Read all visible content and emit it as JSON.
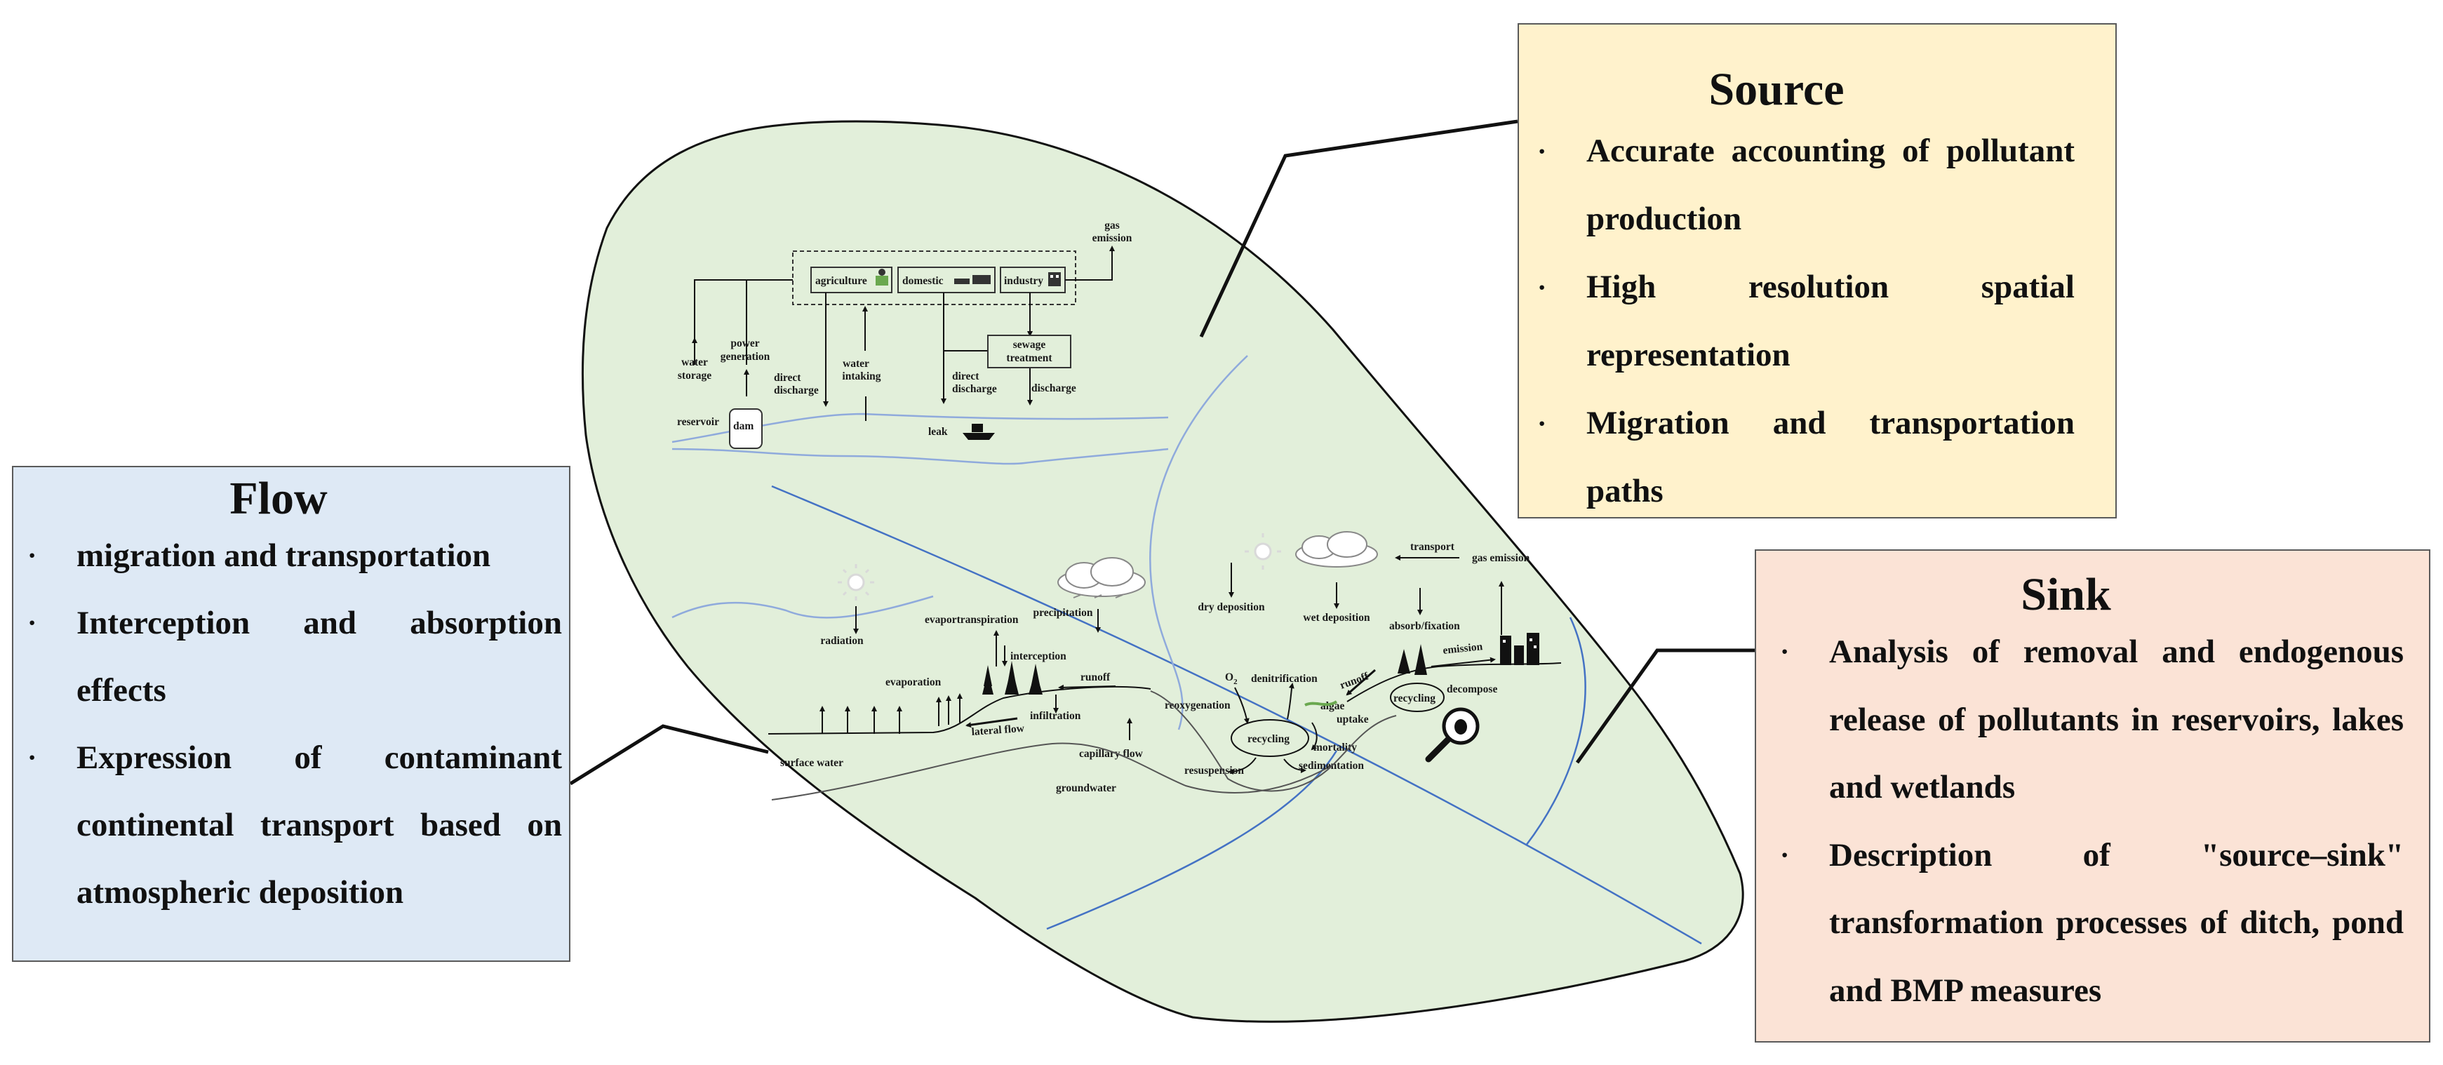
{
  "diagram": {
    "source_zone": {
      "sectors": [
        "agriculture",
        "domestic",
        "industry"
      ],
      "gas_emission": [
        "gas",
        "emission"
      ],
      "sewage_treatment": [
        "sewage",
        "treatment"
      ],
      "water_storage": [
        "water",
        "storage"
      ],
      "power_generation": [
        "power",
        "generation"
      ],
      "direct_discharge_1": [
        "direct",
        "discharge"
      ],
      "water_intaking": [
        "water",
        "intaking"
      ],
      "direct_discharge_2": [
        "direct",
        "discharge"
      ],
      "discharge": "discharge",
      "reservoir": "reservoir",
      "dam": "dam",
      "leak": "leak"
    },
    "flow_zone": {
      "radiation": "radiation",
      "precipitation": "precipitation",
      "evapotranspiration": "evaportranspiration",
      "interception": "interception",
      "evaporation": "evaporation",
      "runoff": "runoff",
      "infiltration": "infiltration",
      "lateral_flow": "lateral flow",
      "capillary_flow": "capillary flow",
      "surface_water": "surface water",
      "groundwater": "groundwater"
    },
    "sink_zone": {
      "dry_deposition": "dry deposition",
      "wet_deposition": "wet deposition",
      "transport": "transport",
      "gas_emission": "gas emission",
      "absorb_fixation": "absorb/fixation",
      "emission": "emission",
      "o2": "O",
      "o2_sub": "2",
      "denitrification": "denitrification",
      "runoff": "runoff",
      "reoxygenation": "reoxygenation",
      "algae": "algae",
      "uptake": "uptake",
      "recycling_1": "recycling",
      "recycling_2": "recycling",
      "decompose": "decompose",
      "mortality": "mortality",
      "resuspension": "resuspension",
      "sedimentation": "sedimentation"
    }
  },
  "annotations": {
    "source": {
      "title": "Source",
      "bullets": [
        "Accurate accounting of pollutant production",
        "High resolution spatial representation",
        "Migration and transportation paths"
      ]
    },
    "flow": {
      "title": "Flow",
      "bullets": [
        "migration and transportation",
        "Interception and absorption effects",
        "Expression of contaminant continental transport based on atmospheric deposition"
      ]
    },
    "sink": {
      "title": "Sink",
      "bullets": [
        "Analysis of removal and endogenous release of pollutants in reservoirs, lakes and wetlands",
        "Description of \"source–sink\" transformation processes of ditch, pond and BMP measures"
      ]
    },
    "bullet_char": "·"
  },
  "colors": {
    "watershed_fill": "#e2efda",
    "river_line": "#4472c4",
    "stream_line": "#8faadc",
    "source_box": "#fff2cc",
    "flow_box": "#dee9f5",
    "sink_box": "#fbe3d6"
  }
}
